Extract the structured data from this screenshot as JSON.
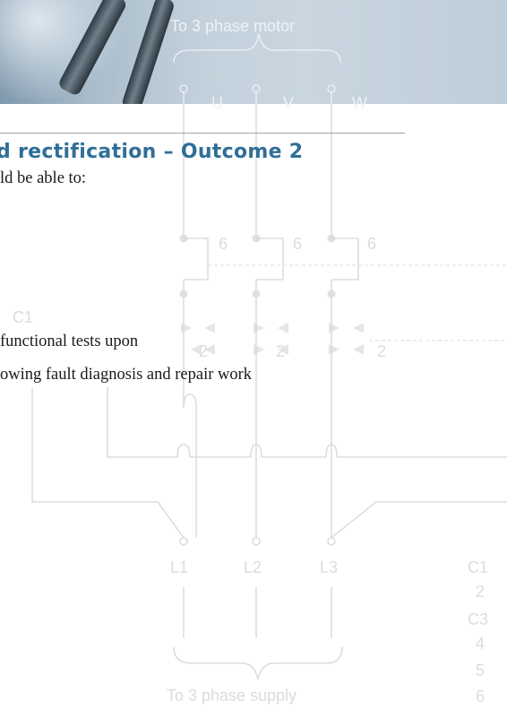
{
  "page": {
    "heading": "d rectification – Outcome 2",
    "lines": [
      "ld be able to:",
      "functional tests upon",
      "owing fault diagnosis and repair work"
    ]
  },
  "diagram": {
    "motor_label": "To 3 phase motor",
    "supply_label": "To 3 phase supply",
    "motor_terminals": [
      "U",
      "V",
      "W"
    ],
    "supply_terminals": [
      "L1",
      "L2",
      "L3"
    ],
    "contact_number": "6",
    "overload_number": "2",
    "coil_label": "C1",
    "legend": [
      "C1",
      "2",
      "C3",
      "4",
      "5",
      "6"
    ]
  },
  "colors": {
    "heading": "#2f6f97",
    "text": "#1a1a1a",
    "diagram": "#d6d6d6"
  }
}
